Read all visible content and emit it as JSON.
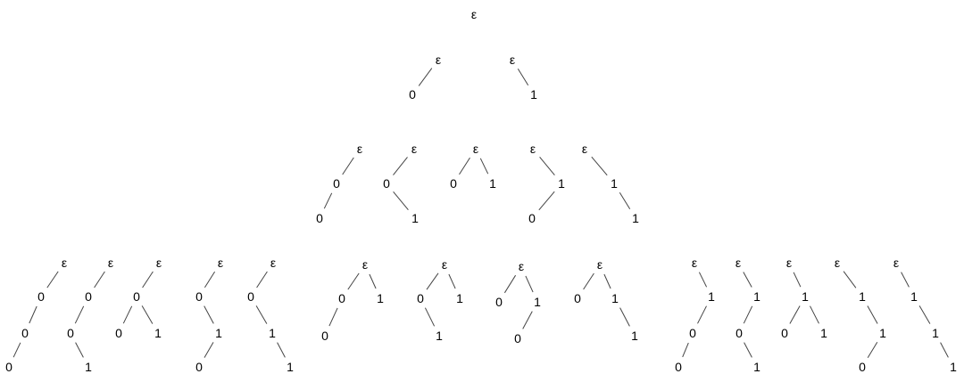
{
  "root_symbol": "ε",
  "edge_color": "#444444",
  "text_color": "#000000",
  "trees": [
    {
      "nodes": [
        {
          "label": "ε"
        }
      ],
      "edges": []
    },
    {
      "nodes": [
        {
          "label": "ε"
        },
        {
          "label": "0"
        }
      ],
      "edges": [
        [
          0,
          1
        ]
      ]
    },
    {
      "nodes": [
        {
          "label": "ε"
        },
        {
          "label": "1"
        }
      ],
      "edges": [
        [
          0,
          1
        ]
      ]
    },
    {
      "nodes": [
        {
          "label": "ε"
        },
        {
          "label": "0"
        },
        {
          "label": "0"
        }
      ],
      "edges": [
        [
          0,
          1
        ],
        [
          1,
          2
        ]
      ]
    },
    {
      "nodes": [
        {
          "label": "ε"
        },
        {
          "label": "0"
        },
        {
          "label": "1"
        }
      ],
      "edges": [
        [
          0,
          1
        ],
        [
          1,
          2
        ]
      ]
    },
    {
      "nodes": [
        {
          "label": "ε"
        },
        {
          "label": "0"
        },
        {
          "label": "1"
        }
      ],
      "edges": [
        [
          0,
          1
        ],
        [
          0,
          2
        ]
      ]
    },
    {
      "nodes": [
        {
          "label": "ε"
        },
        {
          "label": "1"
        },
        {
          "label": "0"
        }
      ],
      "edges": [
        [
          0,
          1
        ],
        [
          1,
          2
        ]
      ]
    },
    {
      "nodes": [
        {
          "label": "ε"
        },
        {
          "label": "1"
        },
        {
          "label": "1"
        }
      ],
      "edges": [
        [
          0,
          1
        ],
        [
          1,
          2
        ]
      ]
    },
    {
      "nodes": [
        {
          "label": "ε"
        },
        {
          "label": "0"
        },
        {
          "label": "0"
        },
        {
          "label": "0"
        }
      ],
      "edges": [
        [
          0,
          1
        ],
        [
          1,
          2
        ],
        [
          2,
          3
        ]
      ]
    },
    {
      "nodes": [
        {
          "label": "ε"
        },
        {
          "label": "0"
        },
        {
          "label": "0"
        },
        {
          "label": "1"
        }
      ],
      "edges": [
        [
          0,
          1
        ],
        [
          1,
          2
        ],
        [
          2,
          3
        ]
      ]
    },
    {
      "nodes": [
        {
          "label": "ε"
        },
        {
          "label": "0"
        },
        {
          "label": "0"
        },
        {
          "label": "1"
        }
      ],
      "edges": [
        [
          0,
          1
        ],
        [
          1,
          2
        ],
        [
          1,
          3
        ]
      ]
    },
    {
      "nodes": [
        {
          "label": "ε"
        },
        {
          "label": "0"
        },
        {
          "label": "1"
        },
        {
          "label": "0"
        }
      ],
      "edges": [
        [
          0,
          1
        ],
        [
          1,
          2
        ],
        [
          2,
          3
        ]
      ]
    },
    {
      "nodes": [
        {
          "label": "ε"
        },
        {
          "label": "0"
        },
        {
          "label": "1"
        },
        {
          "label": "1"
        }
      ],
      "edges": [
        [
          0,
          1
        ],
        [
          1,
          2
        ],
        [
          2,
          3
        ]
      ]
    },
    {
      "nodes": [
        {
          "label": "ε"
        },
        {
          "label": "0"
        },
        {
          "label": "1"
        },
        {
          "label": "0"
        }
      ],
      "edges": [
        [
          0,
          1
        ],
        [
          0,
          2
        ],
        [
          1,
          3
        ]
      ]
    },
    {
      "nodes": [
        {
          "label": "ε"
        },
        {
          "label": "0"
        },
        {
          "label": "1"
        },
        {
          "label": "1"
        }
      ],
      "edges": [
        [
          0,
          1
        ],
        [
          0,
          2
        ],
        [
          1,
          3
        ]
      ]
    },
    {
      "nodes": [
        {
          "label": "ε"
        },
        {
          "label": "0"
        },
        {
          "label": "1"
        },
        {
          "label": "0"
        }
      ],
      "edges": [
        [
          0,
          1
        ],
        [
          0,
          2
        ],
        [
          2,
          3
        ]
      ]
    },
    {
      "nodes": [
        {
          "label": "ε"
        },
        {
          "label": "0"
        },
        {
          "label": "1"
        },
        {
          "label": "1"
        }
      ],
      "edges": [
        [
          0,
          1
        ],
        [
          0,
          2
        ],
        [
          2,
          3
        ]
      ]
    },
    {
      "nodes": [
        {
          "label": "ε"
        },
        {
          "label": "1"
        },
        {
          "label": "0"
        },
        {
          "label": "0"
        }
      ],
      "edges": [
        [
          0,
          1
        ],
        [
          1,
          2
        ],
        [
          2,
          3
        ]
      ]
    },
    {
      "nodes": [
        {
          "label": "ε"
        },
        {
          "label": "1"
        },
        {
          "label": "0"
        },
        {
          "label": "1"
        }
      ],
      "edges": [
        [
          0,
          1
        ],
        [
          1,
          2
        ],
        [
          2,
          3
        ]
      ]
    },
    {
      "nodes": [
        {
          "label": "ε"
        },
        {
          "label": "1"
        },
        {
          "label": "0"
        },
        {
          "label": "1"
        }
      ],
      "edges": [
        [
          0,
          1
        ],
        [
          1,
          2
        ],
        [
          1,
          3
        ]
      ]
    },
    {
      "nodes": [
        {
          "label": "ε"
        },
        {
          "label": "1"
        },
        {
          "label": "1"
        },
        {
          "label": "0"
        }
      ],
      "edges": [
        [
          0,
          1
        ],
        [
          1,
          2
        ],
        [
          2,
          3
        ]
      ]
    },
    {
      "nodes": [
        {
          "label": "ε"
        },
        {
          "label": "1"
        },
        {
          "label": "1"
        },
        {
          "label": "1"
        }
      ],
      "edges": [
        [
          0,
          1
        ],
        [
          1,
          2
        ],
        [
          2,
          3
        ]
      ]
    }
  ]
}
